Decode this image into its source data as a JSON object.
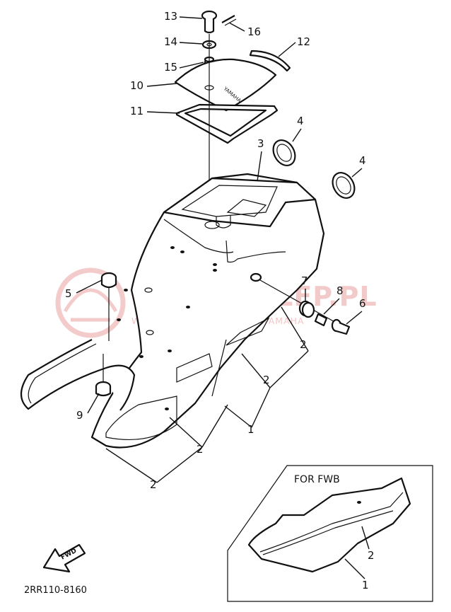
{
  "diagram": {
    "callouts": [
      "1",
      "2",
      "3",
      "4",
      "5",
      "6",
      "7",
      "8",
      "9",
      "10",
      "11",
      "12",
      "13",
      "14",
      "15",
      "16"
    ],
    "inset_title": "FOR FWB",
    "fwd_label": "FWD",
    "drawing_code": "2RR110-8160",
    "watermark": {
      "main": "YAMA-SKLEP.PL",
      "sub": "WOJCIECHOWICZ DEALER YAMAHA"
    },
    "colors": {
      "ink": "#111111",
      "watermark": "#e9a0a0"
    }
  }
}
